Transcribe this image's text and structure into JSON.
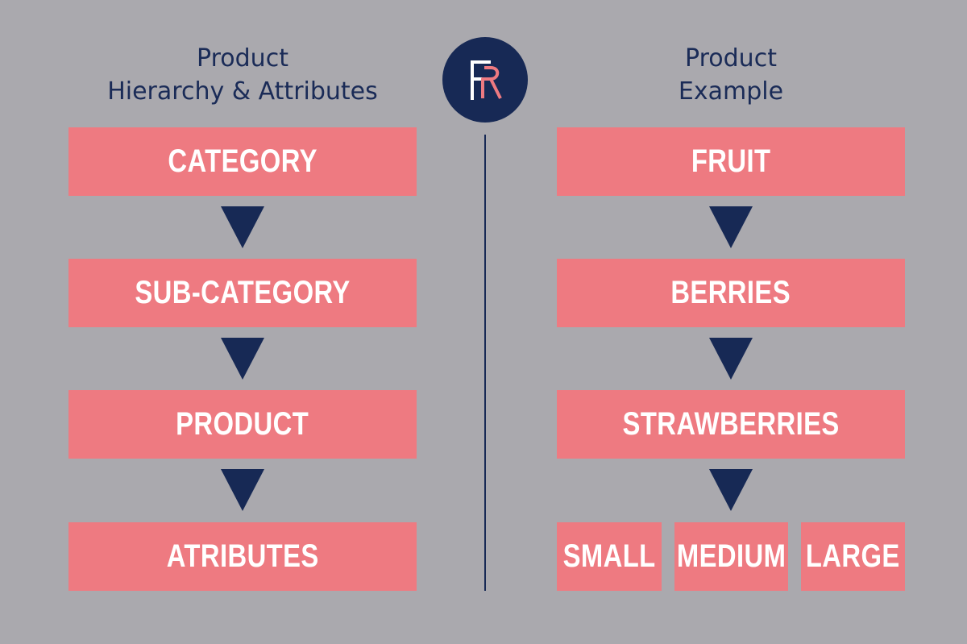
{
  "headings": {
    "left": [
      "Product",
      "Hierarchy & Attributes"
    ],
    "right": [
      "Product",
      "Example"
    ]
  },
  "logo": {
    "text": "FR",
    "colors": {
      "circle": "#172955",
      "f": "#ffffff",
      "r": "#ee7a81"
    }
  },
  "hierarchy": [
    "CATEGORY",
    "SUB-CATEGORY",
    "PRODUCT",
    "ATRIBUTES"
  ],
  "example": [
    "FRUIT",
    "BERRIES",
    "STRAWBERRIES"
  ],
  "attributes": [
    "SMALL",
    "MEDIUM",
    "LARGE"
  ],
  "colors": {
    "background": "#aaa9ae",
    "box": "#ee7a81",
    "box_text": "#ffffff",
    "arrow": "#172955",
    "heading": "#1a2b57"
  },
  "icons": [
    "down-triangle-arrow"
  ]
}
